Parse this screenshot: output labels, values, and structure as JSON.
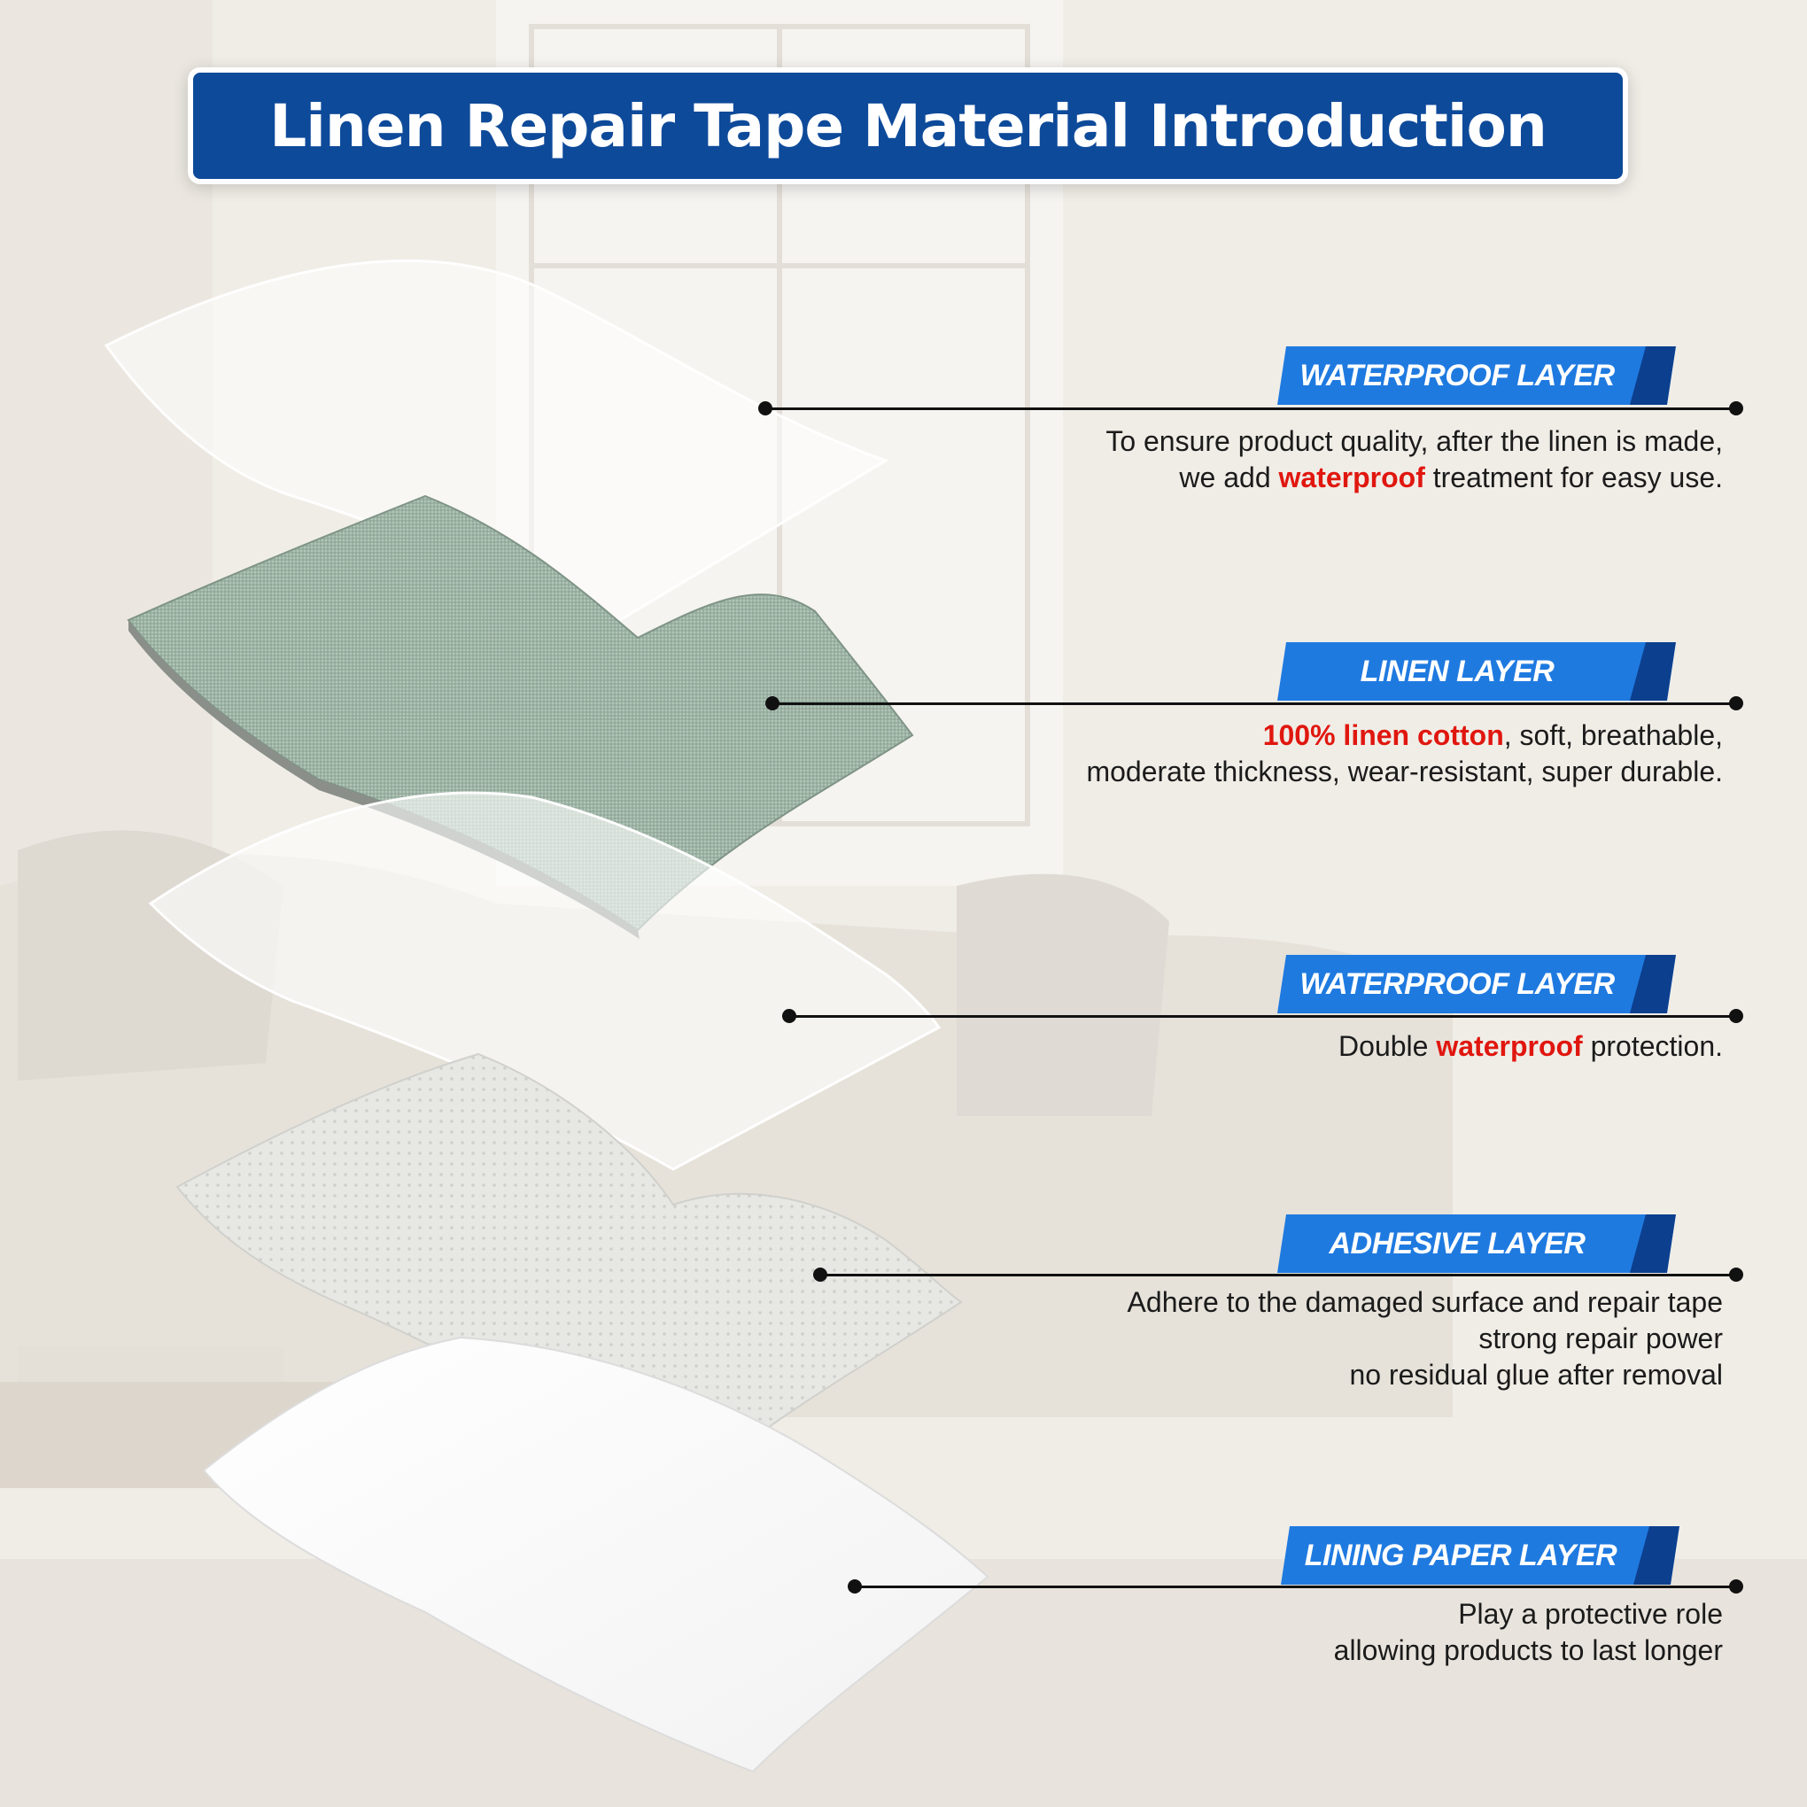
{
  "header": {
    "title": "Linen Repair Tape Material Introduction"
  },
  "layers": [
    {
      "label": "WATERPROOF LAYER",
      "lines": [
        {
          "text": "To ensure product quality, after the linen is made,"
        },
        {
          "before": "we add ",
          "highlight": "waterproof",
          "after": " treatment for easy use."
        }
      ]
    },
    {
      "label": "LINEN LAYER",
      "lines": [
        {
          "highlight": "100% linen  cotton",
          "after": ", soft, breathable,"
        },
        {
          "text": "moderate thickness, wear-resistant, super durable."
        }
      ]
    },
    {
      "label": "WATERPROOF LAYER",
      "lines": [
        {
          "before": "Double ",
          "highlight": "waterproof",
          "after": " protection."
        }
      ]
    },
    {
      "label": "ADHESIVE LAYER",
      "lines": [
        {
          "text": "Adhere to the damaged surface and repair tape"
        },
        {
          "text": "strong repair power"
        },
        {
          "text": "no residual glue after removal"
        }
      ]
    },
    {
      "label": "LINING PAPER LAYER",
      "lines": [
        {
          "text": "Play a protective role"
        },
        {
          "text": "allowing products to last longer"
        }
      ]
    }
  ],
  "colors": {
    "title_bg": "#0e4a9a",
    "badge_blue": "#1f7ae0",
    "badge_dark": "#0c3f8e",
    "highlight": "#e0170f",
    "linen_green": "#9fb5a7"
  }
}
